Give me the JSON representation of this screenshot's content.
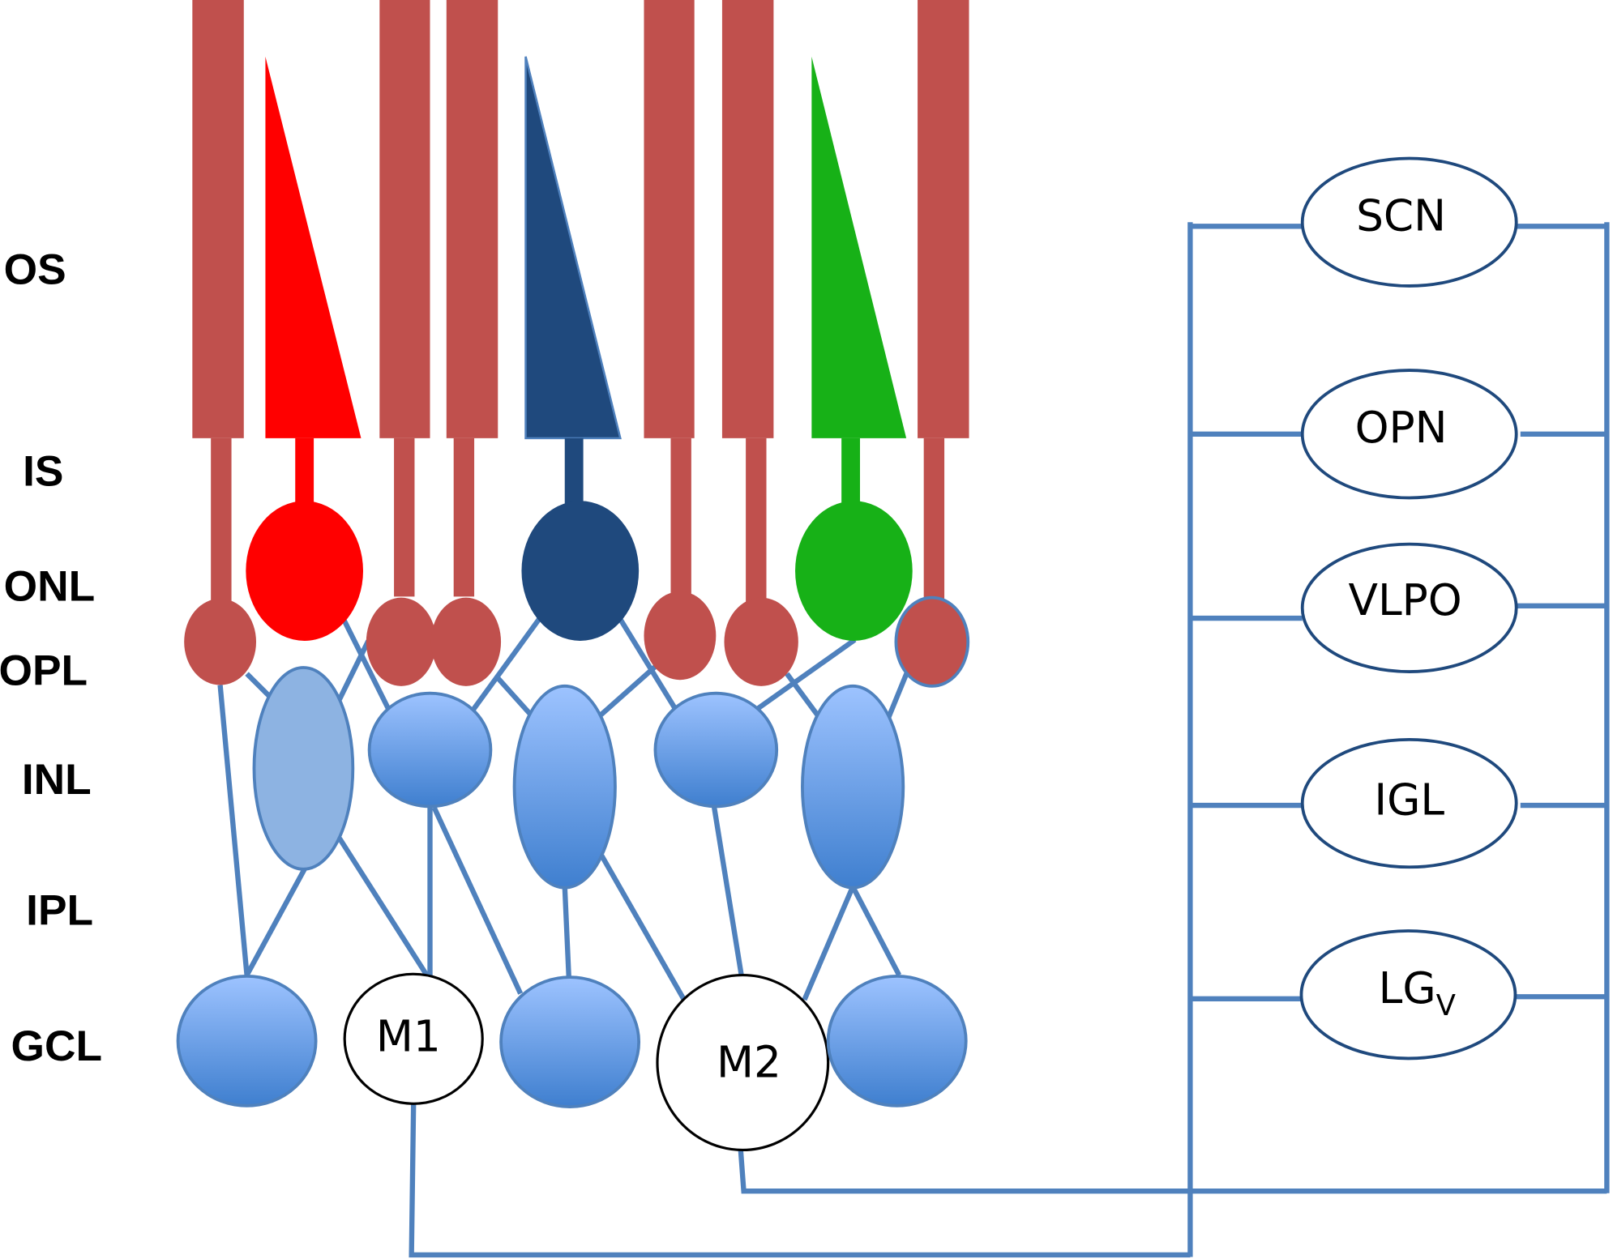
{
  "layers": [
    "OS",
    "IS",
    "ONL",
    "OPL",
    "INL",
    "IPL",
    "GCL"
  ],
  "ganglion_labels": {
    "m1": "M1",
    "m2": "M2"
  },
  "targets": [
    {
      "label": "SCN",
      "sub": ""
    },
    {
      "label": "OPN",
      "sub": ""
    },
    {
      "label": "VLPO",
      "sub": ""
    },
    {
      "label": "IGL",
      "sub": ""
    },
    {
      "label": "LG",
      "sub": "V"
    }
  ],
  "colors": {
    "rod": "#C0504D",
    "red_cone": "#FF0000",
    "blue_cone": "#1F497D",
    "green_cone": "#17B117",
    "bipolar_light": "#8DB3E2",
    "cell_gradient_top": "#9DC3FF",
    "cell_gradient_bottom": "#3F7FCF",
    "connection": "#4F81BD",
    "nucleus_outline": "#1F497D"
  }
}
